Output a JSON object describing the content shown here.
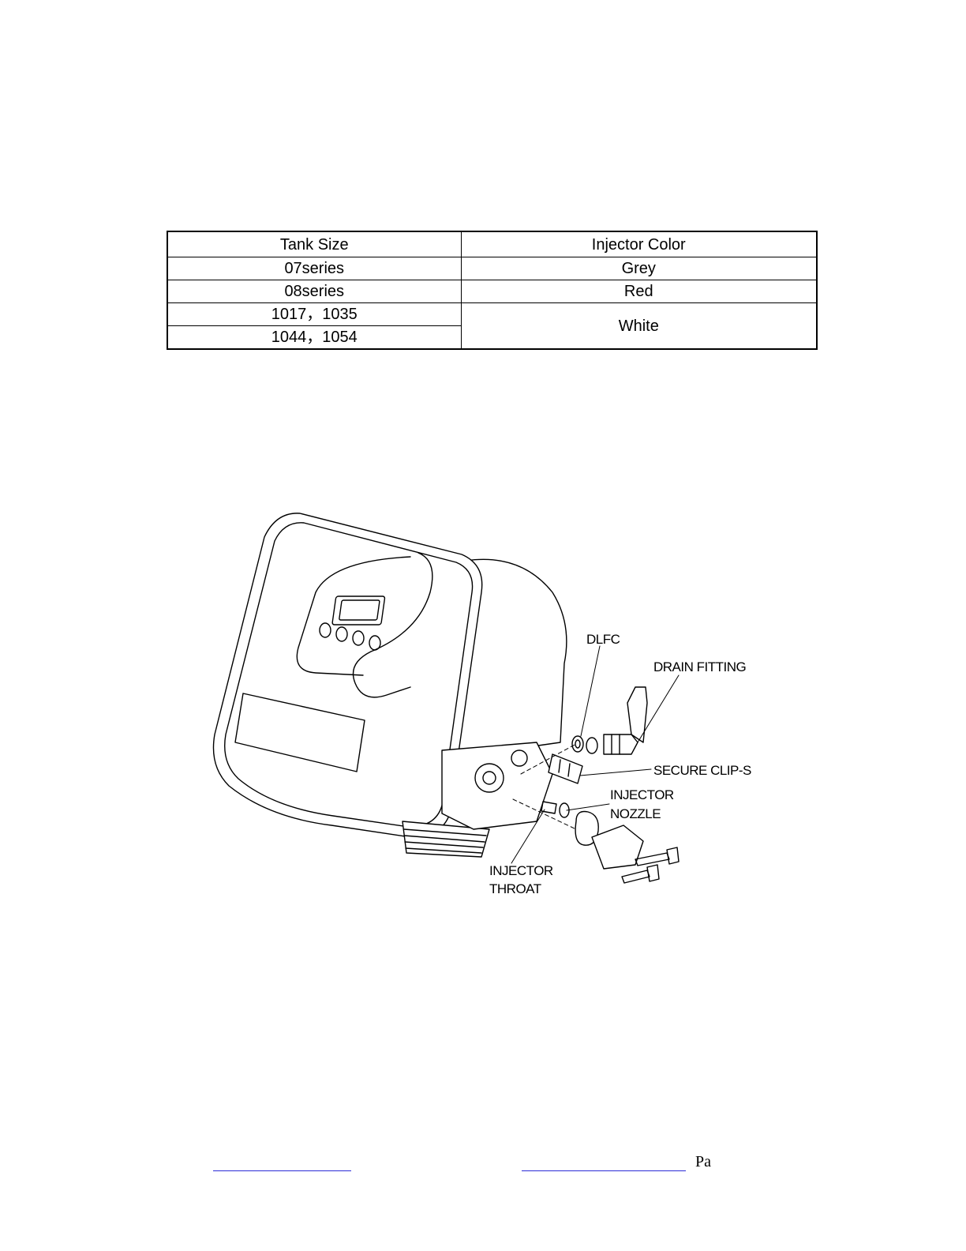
{
  "table": {
    "headers": [
      "Tank Size",
      "Injector Color"
    ],
    "rows": [
      {
        "tank": "07series",
        "color": "Grey"
      },
      {
        "tank": "08series",
        "color": "Red"
      },
      {
        "tank": "1017，1035",
        "color": "White"
      },
      {
        "tank": "1044，1054"
      }
    ]
  },
  "diagram": {
    "labels": {
      "dlfc": "DLFC",
      "drain_fitting": "DRAIN FITTING",
      "secure_clip": "SECURE CLIP-S",
      "injector_nozzle_1": "INJECTOR",
      "injector_nozzle_2": "NOZZLE",
      "injector_throat_1": "INJECTOR",
      "injector_throat_2": "THROAT"
    }
  },
  "footer": {
    "page_prefix": "Pa"
  }
}
